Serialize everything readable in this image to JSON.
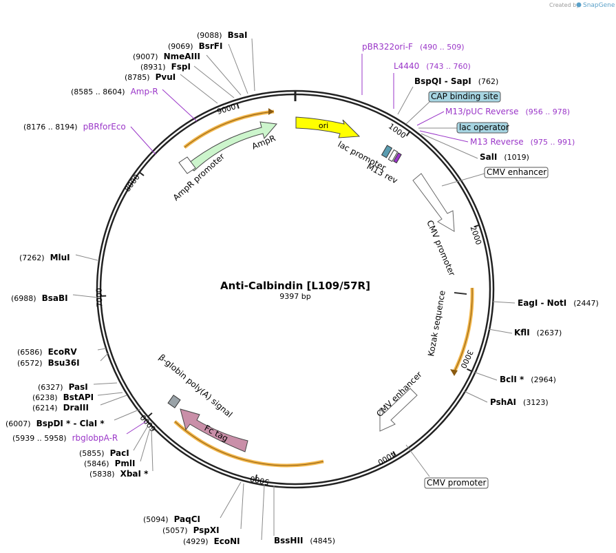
{
  "header": {
    "created_by": "Created by",
    "brand": "SnapGene"
  },
  "plasmid": {
    "name": "Anti-Calbindin [L109/57R]",
    "length": "9397 bp"
  },
  "ticks": [
    "1000",
    "2000",
    "3000",
    "4000",
    "5000",
    "6000",
    "7000",
    "8000",
    "9000"
  ],
  "features": {
    "ori": "ori",
    "ampr": "AmpR",
    "ampr_promoter": "AmpR promoter",
    "lac_promoter": "lac promoter",
    "m13_rev": "M13 rev",
    "cmv_promoter_arc": "CMV promoter",
    "kozak": "Kozak sequence",
    "cmv_enhancer_arc": "CMV enhancer",
    "fc_tag": "Fc tag",
    "bglobin": "β-globin poly(A) signal"
  },
  "right_labels": [
    {
      "name": "pBR322ori-F",
      "pos": "(490 .. 509)"
    },
    {
      "name": "L4440",
      "pos": "(743 .. 760)"
    },
    {
      "name": "BspQI  -  SapI",
      "pos": "(762)"
    },
    {
      "name": "CAP binding site",
      "pos": ""
    },
    {
      "name": "M13/pUC Reverse",
      "pos": "(956 .. 978)"
    },
    {
      "name": "lac operator",
      "pos": ""
    },
    {
      "name": "M13 Reverse",
      "pos": "(975 .. 991)"
    },
    {
      "name": "SalI",
      "pos": "(1019)"
    },
    {
      "name": "CMV enhancer",
      "pos": ""
    },
    {
      "name": "EagI  -  NotI",
      "pos": "(2447)"
    },
    {
      "name": "KflI",
      "pos": "(2637)"
    },
    {
      "name": "BclI *",
      "pos": "(2964)"
    },
    {
      "name": "PshAI",
      "pos": "(3123)"
    },
    {
      "name": "CMV promoter",
      "pos": ""
    }
  ],
  "bottom_labels": [
    {
      "name": "PaqCI",
      "pos": "(5094)"
    },
    {
      "name": "PspXI",
      "pos": "(5057)"
    },
    {
      "name": "EcoNI",
      "pos": "(4929)"
    },
    {
      "name": "BssHII",
      "pos": "(4845)"
    }
  ],
  "left_labels": [
    {
      "name": "BsaI",
      "pos": "(9088)"
    },
    {
      "name": "BsrFI",
      "pos": "(9069)"
    },
    {
      "name": "NmeAIII",
      "pos": "(9007)"
    },
    {
      "name": "FspI",
      "pos": "(8931)"
    },
    {
      "name": "PvuI",
      "pos": "(8785)"
    },
    {
      "name": "Amp-R",
      "pos": "(8585 .. 8604)"
    },
    {
      "name": "pBRforEco",
      "pos": "(8176 .. 8194)"
    },
    {
      "name": "MluI",
      "pos": "(7262)"
    },
    {
      "name": "BsaBI",
      "pos": "(6988)"
    },
    {
      "name": "EcoRV",
      "pos": "(6586)"
    },
    {
      "name": "Bsu36I",
      "pos": "(6572)"
    },
    {
      "name": "PasI",
      "pos": "(6327)"
    },
    {
      "name": "BstAPI",
      "pos": "(6238)"
    },
    {
      "name": "DraIII",
      "pos": "(6214)"
    },
    {
      "name": "BspDI *  -  ClaI *",
      "pos": "(6007)"
    },
    {
      "name": "rbglobpA-R",
      "pos": "(5939 .. 5958)"
    },
    {
      "name": "PacI",
      "pos": "(5855)"
    },
    {
      "name": "PmlI",
      "pos": "(5846)"
    },
    {
      "name": "XbaI *",
      "pos": "(5838)"
    }
  ],
  "colors": {
    "backbone": "#222222",
    "ori": "#ffff00",
    "ampr": "#ccf5cc",
    "fc_tag": "#c98fa8",
    "highlight": "#f2b64a",
    "primer": "#9a36c8",
    "box_fill": "#a7d5e2",
    "polyA": "#9aa3a8"
  }
}
